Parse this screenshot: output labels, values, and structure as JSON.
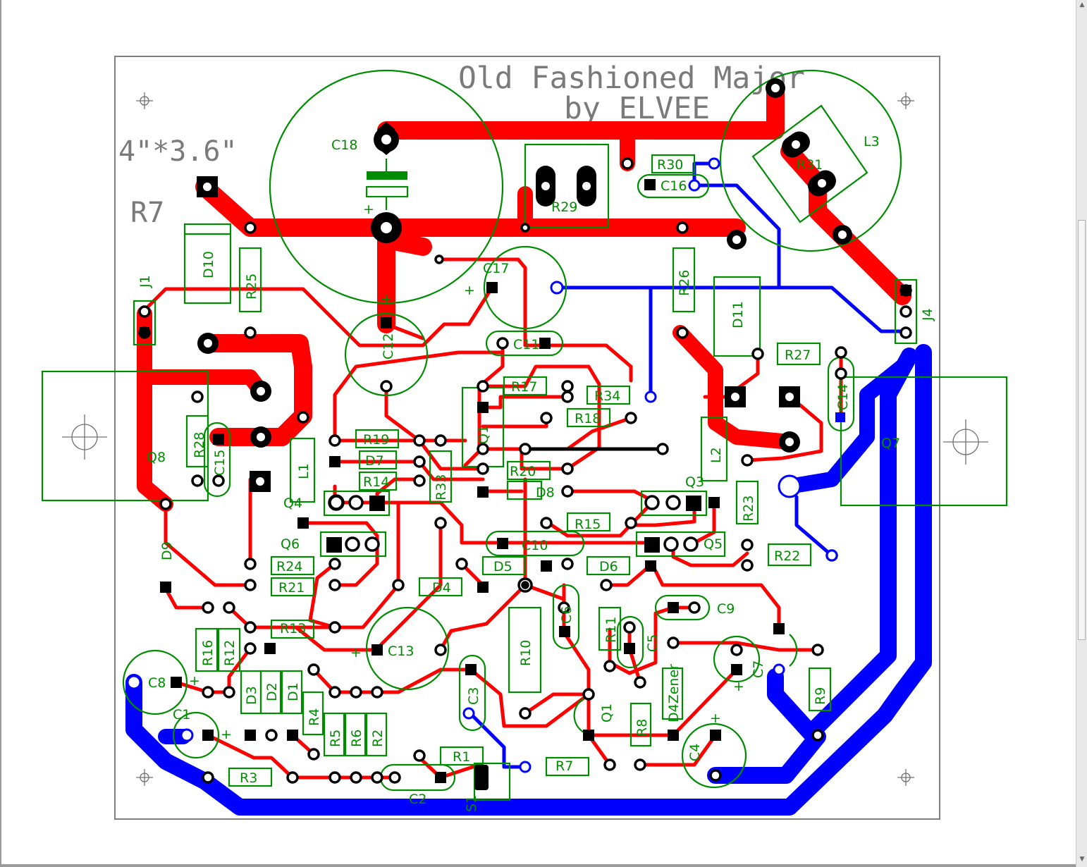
{
  "board": {
    "title": "Old Fashioned Major",
    "subtitle": "by ELVEE",
    "size": "4\"*3.6\"",
    "side_label": "R7"
  },
  "colors": {
    "top_copper": "#ff0000",
    "bottom_copper": "#0000ff",
    "silkscreen": "#008c00",
    "outline": "#808080",
    "text_gray": "#7a7a7a"
  },
  "components": [
    "C18",
    "L3",
    "R31",
    "R30",
    "C16",
    "R29",
    "J1",
    "D10",
    "R25",
    "C17",
    "R26",
    "D11",
    "J4",
    "C12",
    "C11",
    "R17",
    "R34",
    "R18",
    "R27",
    "C14",
    "Q7",
    "Q8",
    "R28",
    "C15",
    "R19",
    "D7",
    "R14",
    "Q4",
    "R20",
    "D8",
    "R15",
    "Q3",
    "R23",
    "R22",
    "Q6",
    "R24",
    "R21",
    "C10",
    "Q5",
    "D5",
    "D6",
    "D4",
    "C13",
    "R13",
    "R16",
    "R12",
    "C6",
    "R11",
    "C5",
    "C9",
    "C7",
    "C8",
    "C1",
    "D3",
    "D2",
    "D1",
    "R4",
    "R5",
    "R6",
    "R2",
    "C3",
    "R10",
    "Q1",
    "R8",
    "D4Zener",
    "C4",
    "R9",
    "R3",
    "C2",
    "R1",
    "S1",
    "R7",
    "L1",
    "L2",
    "D9",
    "R33"
  ],
  "labels": {
    "C18": "C18",
    "L3": "L3",
    "R31": "R31",
    "R30": "R30",
    "C16": "C16",
    "R29": "R29",
    "J1": "J1",
    "D10": "D10",
    "R25": "R25",
    "C17": "C17",
    "R26": "R26",
    "D11": "D11",
    "J4": "J4",
    "C12": "C12",
    "C11": "C11",
    "R17": "R17",
    "R34": "R34",
    "R18": "R18",
    "R27": "R27",
    "C14": "C14",
    "Q7": "Q7",
    "Q8": "Q8",
    "R28": "R28",
    "C15": "C15",
    "R19": "R19",
    "D7": "D7",
    "R14": "R14",
    "Q4": "Q4",
    "R20": "R20",
    "D8": "D8",
    "R15": "R15",
    "Q3": "Q3",
    "R23": "R23",
    "R22": "R22",
    "Q6": "Q6",
    "R24": "R24",
    "R21": "R21",
    "C10": "C10",
    "Q5": "Q5",
    "D5": "D5",
    "D6": "D6",
    "D4": "D4",
    "C13": "C13",
    "R13": "R13",
    "R16": "R16",
    "R12": "R12",
    "C6": "C6",
    "R11": "R11",
    "C5": "C5",
    "C9": "C9",
    "C7": "C7",
    "C8": "C8",
    "C1": "C1",
    "D3": "D3",
    "D2": "D2",
    "D1": "D1",
    "R4": "R4",
    "R5": "R5",
    "R6": "R6",
    "R2": "R2",
    "C3": "C3",
    "R10": "R10",
    "Q1": "Q1",
    "R8": "R8",
    "D4Zener": "D4Zener",
    "C4": "C4",
    "R9": "R9",
    "R3": "R3",
    "C2": "C2",
    "R1": "R1",
    "S1": "S1",
    "R7": "R7",
    "L1": "L1",
    "L2": "L2",
    "D9": "D9",
    "R33": "R33",
    "P1": "+",
    "P2": "+",
    "P3": "+",
    "P4": "+",
    "P5": "+",
    "P6": "+",
    "P7": "+",
    "P8": "+"
  }
}
